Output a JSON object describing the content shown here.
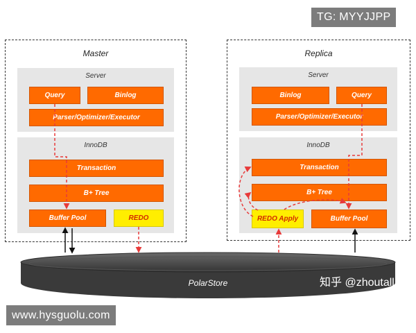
{
  "watermark_top": "TG: MYYJJPP",
  "watermark_bottom": "www.hysguolu.com",
  "watermark_zhihu": "知乎 @zhoutall",
  "storage": {
    "label": "PolarStore"
  },
  "master": {
    "title": "Master",
    "server": {
      "title": "Server",
      "query": "Query",
      "binlog": "Binlog",
      "parser": "Parser/Optimizer/Executor"
    },
    "innodb": {
      "title": "InnoDB",
      "transaction": "Transaction",
      "btree": "B+ Tree",
      "buffer_pool": "Buffer Pool",
      "redo": "REDO"
    }
  },
  "replica": {
    "title": "Replica",
    "server": {
      "title": "Server",
      "binlog": "Binlog",
      "query": "Query",
      "parser": "Parser/Optimizer/Executor"
    },
    "innodb": {
      "title": "InnoDB",
      "transaction": "Transaction",
      "btree": "B+ Tree",
      "redo_apply": "REDO Apply",
      "buffer_pool": "Buffer Pool"
    }
  },
  "colors": {
    "orange": "#ff6a00",
    "yellow": "#ffee00",
    "arrow_red": "#e83a3a",
    "storage_dark": "#3a3a3a"
  }
}
